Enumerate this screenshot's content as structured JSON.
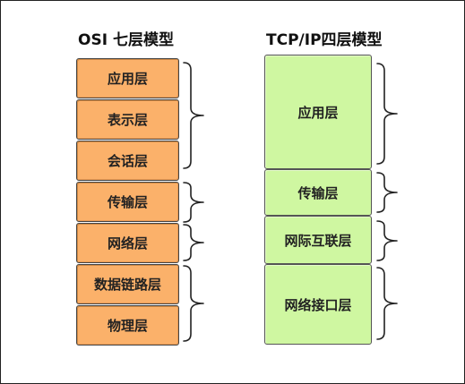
{
  "osi": {
    "title": "OSI 七层模型",
    "layers": [
      "应用层",
      "表示层",
      "会话层",
      "传输层",
      "网络层",
      "数据链路层",
      "物理层"
    ]
  },
  "tcpip": {
    "title": "TCP/IP四层模型",
    "layers": [
      "应用层",
      "传输层",
      "网际互联层",
      "网络接口层"
    ]
  },
  "colors": {
    "osi_fill": "#fbb16a",
    "tcpip_fill": "#cff7a1",
    "border": "#444444",
    "brace": "#222222"
  }
}
